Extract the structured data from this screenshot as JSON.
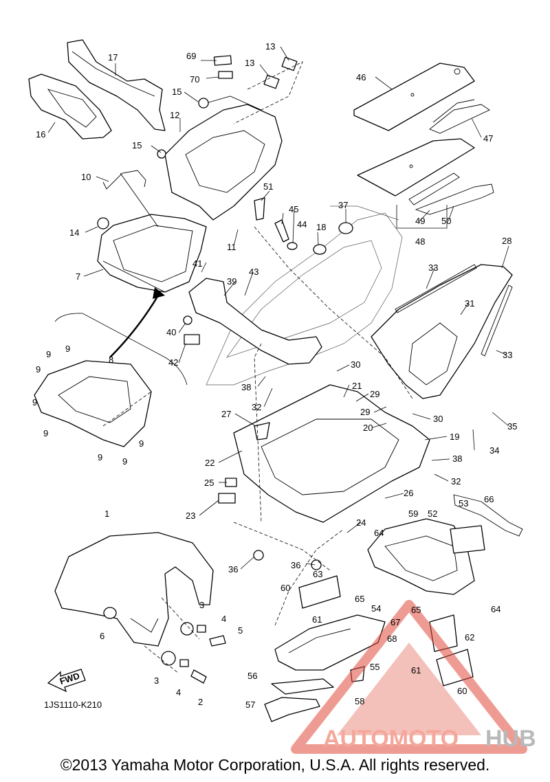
{
  "diagram_code": "1JS1110-K210",
  "fwd_label": "FWD",
  "copyright": "©2013 Yamaha Motor Corporation, U.S.A. All rights reserved.",
  "watermark": {
    "part1": "AUTOMOTO",
    "part2": "HUB",
    "color_primary": "#f4a79a",
    "color_secondary": "#b9b9b9",
    "color_triangle": "#e04b3a"
  },
  "callouts": {
    "c1": "1",
    "c2": "2",
    "c3a": "3",
    "c3b": "3",
    "c4a": "4",
    "c4b": "4",
    "c5": "5",
    "c6": "6",
    "c7": "7",
    "c8": "8",
    "c9a": "9",
    "c9b": "9",
    "c9c": "9",
    "c9d": "9",
    "c9e": "9",
    "c9f": "9",
    "c9g": "9",
    "c9h": "9",
    "c10": "10",
    "c11": "11",
    "c12": "12",
    "c13a": "13",
    "c13b": "13",
    "c14": "14",
    "c15a": "15",
    "c15b": "15",
    "c16": "16",
    "c17": "17",
    "c18": "18",
    "c19": "19",
    "c20": "20",
    "c21": "21",
    "c22": "22",
    "c23": "23",
    "c24": "24",
    "c25": "25",
    "c26": "26",
    "c27": "27",
    "c28": "28",
    "c29a": "29",
    "c29b": "29",
    "c30a": "30",
    "c30b": "30",
    "c31": "31",
    "c32a": "32",
    "c32b": "32",
    "c33a": "33",
    "c33b": "33",
    "c34": "34",
    "c35": "35",
    "c36a": "36",
    "c36b": "36",
    "c37": "37",
    "c38a": "38",
    "c38b": "38",
    "c39": "39",
    "c40": "40",
    "c41": "41",
    "c42": "42",
    "c43": "43",
    "c44": "44",
    "c45": "45",
    "c46": "46",
    "c47": "47",
    "c48": "48",
    "c49": "49",
    "c50": "50",
    "c51": "51",
    "c52": "52",
    "c53": "53",
    "c54": "54",
    "c55": "55",
    "c56": "56",
    "c57": "57",
    "c58": "58",
    "c59": "59",
    "c60a": "60",
    "c60b": "60",
    "c61a": "61",
    "c61b": "61",
    "c62": "62",
    "c63": "63",
    "c64a": "64",
    "c64b": "64",
    "c65a": "65",
    "c65b": "65",
    "c66": "66",
    "c67": "67",
    "c68": "68",
    "c69": "69",
    "c70": "70"
  }
}
